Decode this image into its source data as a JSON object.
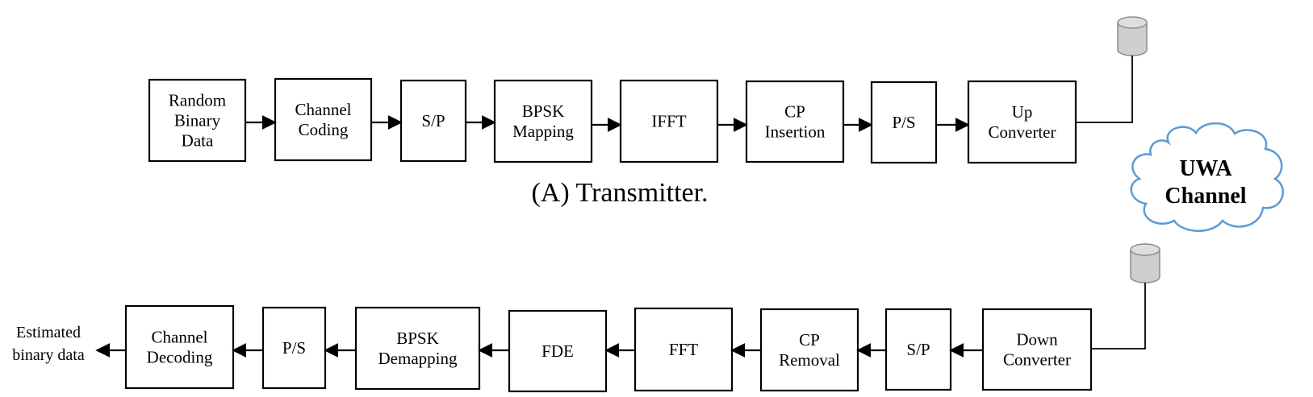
{
  "transmitter": {
    "caption": "(A) Transmitter.",
    "blocks": [
      [
        "Random",
        "Binary",
        "Data"
      ],
      [
        "Channel",
        "Coding"
      ],
      [
        "S/P"
      ],
      [
        "BPSK",
        "Mapping"
      ],
      [
        "IFFT"
      ],
      [
        "CP",
        "Insertion"
      ],
      [
        "P/S"
      ],
      [
        "Up",
        "Converter"
      ]
    ]
  },
  "channel": {
    "line1": "UWA",
    "line2": "Channel"
  },
  "receiver": {
    "blocks": [
      [
        "Down",
        "Converter"
      ],
      [
        "S/P"
      ],
      [
        "CP",
        "Removal"
      ],
      [
        "FFT"
      ],
      [
        "FDE"
      ],
      [
        "BPSK",
        "Demapping"
      ],
      [
        "P/S"
      ],
      [
        "Channel",
        "Decoding"
      ]
    ],
    "output": [
      "Estimated",
      "binary data"
    ]
  },
  "colors": {
    "cloud_stroke": "#5b9bd5",
    "transducer_fill": "#cfcfcf"
  }
}
